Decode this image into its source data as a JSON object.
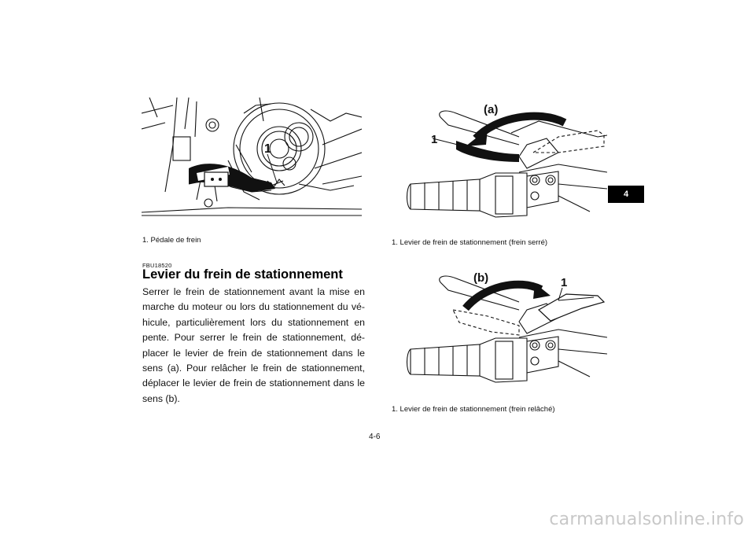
{
  "chapter_tab": "4",
  "figures": {
    "brake_pedal": {
      "callout": "1",
      "caption": "1.  Pédale de frein"
    },
    "lever_applied": {
      "label": "(a)",
      "callout": "1",
      "caption": "1.  Levier de frein de stationnement (frein serré)"
    },
    "lever_released": {
      "label": "(b)",
      "callout": "1",
      "caption": "1.  Levier de frein de stationnement (frein relâché)"
    }
  },
  "section": {
    "code": "FBU18520",
    "title": "Levier du frein de stationnement",
    "body": "Serrer le frein de stationnement avant la mise en marche du moteur ou lors du stationnement du vé-hicule, particulièrement lors du stationnement en pente. Pour serrer le frein de stationnement, dé-placer le levier de frein de stationnement dans le sens (a). Pour relâcher le frein de stationnement, déplacer le levier de frein de stationnement dans le sens (b)."
  },
  "page_number": "4-6",
  "watermark": "carmanualsonline.info"
}
